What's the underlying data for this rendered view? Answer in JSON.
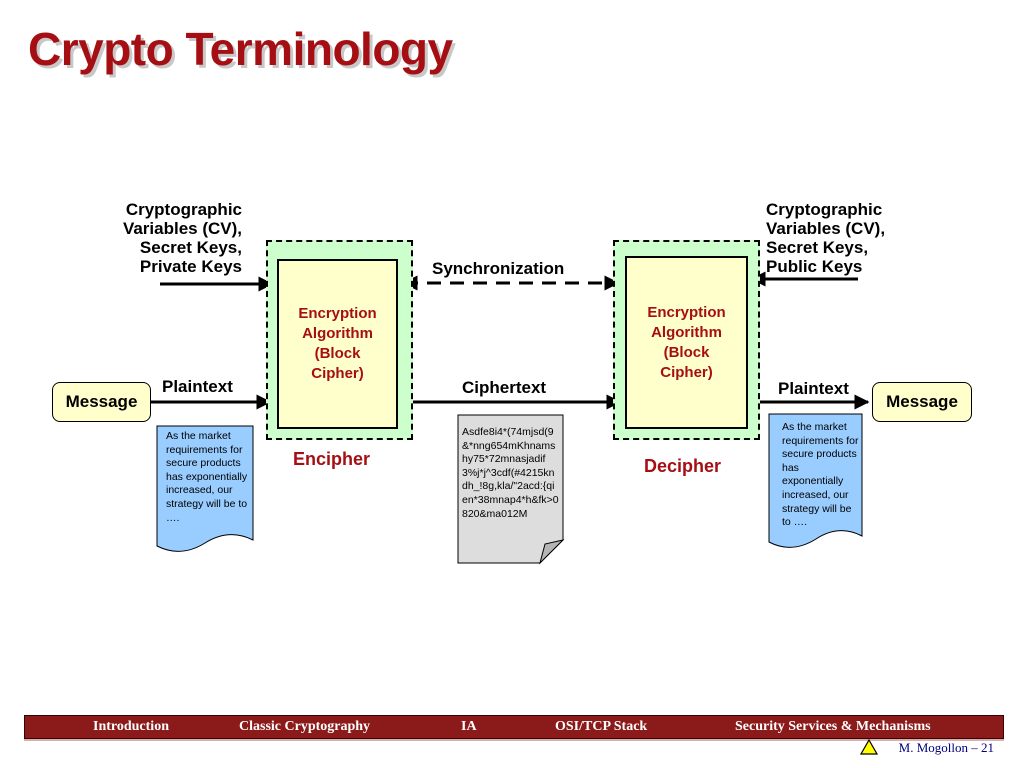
{
  "title": "Crypto Terminology",
  "left_keys": [
    "Cryptographic",
    "Variables (CV),",
    "Secret Keys,",
    "Private Keys"
  ],
  "right_keys": [
    "Cryptographic",
    "Variables (CV),",
    "Secret Keys,",
    "Public Keys"
  ],
  "algorithm_lines": [
    "Encryption",
    "Algorithm",
    "(Block",
    "Cipher)"
  ],
  "synchronization": "Synchronization",
  "message": "Message",
  "plaintext": "Plaintext",
  "ciphertext": "Ciphertext",
  "encipher": "Encipher",
  "decipher": "Decipher",
  "plain_doc_text": "As the market requirements for secure products has exponentially increased, our strategy will be to ….",
  "cipher_doc_text": "Asdfe8i4*(74mjsd(9&*nng654mKhnamshy75*72mnasjadif3%j*j^3cdf(#4215kndh_!8g,kla/\"2acd:{qien*38mnap4*h&fk>0820&ma012M",
  "footer": {
    "introduction": "Introduction",
    "classic": "Classic Cryptography",
    "ia": "IA",
    "osi": "OSI/TCP Stack",
    "security": "Security Services & Mechanisms"
  },
  "credit": "M. Mogollon – 21",
  "colors": {
    "title": "#a50f14",
    "box_green": "#ccffcc",
    "box_yellow": "#ffffcc",
    "doc_blue": "#99ccff",
    "doc_gray": "#dddddd",
    "footer_bar": "#8b1a1a"
  },
  "icons": [
    "warning-triangle-icon"
  ]
}
